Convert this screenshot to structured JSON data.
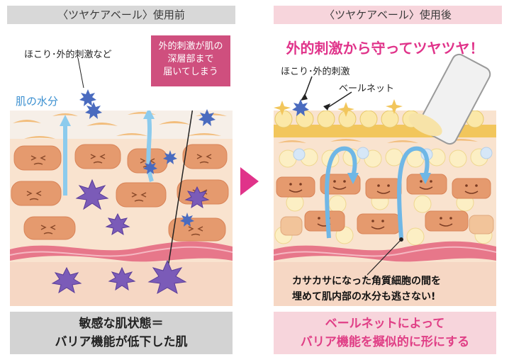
{
  "left": {
    "header": "〈ツヤケアベール〉使用前",
    "label_dust": "ほこり･外的刺激など",
    "label_water": "肌の水分",
    "callout_lines": [
      "外的刺激が肌の",
      "深層部まで",
      "届いてしまう"
    ],
    "footer_lines": [
      "敏感な肌状態＝",
      "バリア機能が低下した肌"
    ]
  },
  "right": {
    "header": "〈ツヤケアベール〉使用後",
    "title": "外的刺激から守ってツヤツヤ！",
    "label_dust": "ほこり･外的刺激",
    "label_net": "ベールネット",
    "bottom_label_lines": [
      "カサカサになった角質細胞の間を",
      "埋めて肌内部の水分も逃さない!"
    ],
    "footer_lines": [
      "ベールネットによって",
      "バリア機能を擬似的に形にする"
    ]
  },
  "colors": {
    "accent_pink": "#e0338a",
    "callout_pink": "#cf4f7e",
    "water_blue": "#3a8fd0",
    "cell_orange": "#e59a6e",
    "skin_base": "#f9e3cf",
    "header_gray": "#d8d8d8",
    "header_pink": "#f7d5dc"
  }
}
